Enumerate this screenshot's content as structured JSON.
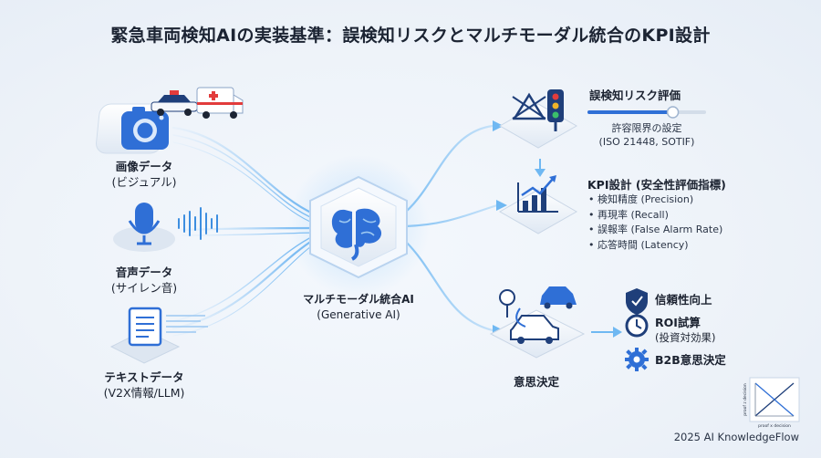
{
  "title": "緊急車両検知AIの実装基準：誤検知リスクとマルチモーダル統合のKPI設計",
  "inputs": {
    "image": {
      "label": "画像データ",
      "sub": "(ビジュアル)"
    },
    "audio": {
      "label": "音声データ",
      "sub": "(サイレン音)"
    },
    "text": {
      "label": "テキストデータ",
      "sub": "(V2X情報/LLM)"
    }
  },
  "core": {
    "label": "マルチモーダル統合AI",
    "sub": "(Generative AI)"
  },
  "risk": {
    "title": "誤検知リスク評価",
    "threshold_label": "許容限界の設定",
    "threshold_sub": "(ISO 21448, SOTIF)",
    "slider_level": 0.72
  },
  "kpi": {
    "title": "KPI設計 (安全性評価指標)",
    "items": [
      "検知精度 (Precision)",
      "再現率 (Recall)",
      "誤報率 (False Alarm Rate)",
      "応答時間 (Latency)"
    ]
  },
  "decision": {
    "label": "意思決定"
  },
  "outcomes": [
    {
      "label": "信頼性向上",
      "sub": "",
      "icon": "shield-icon"
    },
    {
      "label": "ROI試算",
      "sub": "(投資対効果)",
      "icon": "clock-icon"
    },
    {
      "label": "B2B意思決定",
      "sub": "",
      "icon": "gear-icon"
    }
  ],
  "mini_chart": {
    "xlabel": "proof x decision",
    "ylabel": "proof z decision"
  },
  "footer": "2025 AI KnowledgeFlow",
  "colors": {
    "accent": "#2f6fd6",
    "navy": "#1f3f7a",
    "flow": "#8fc3f2"
  }
}
